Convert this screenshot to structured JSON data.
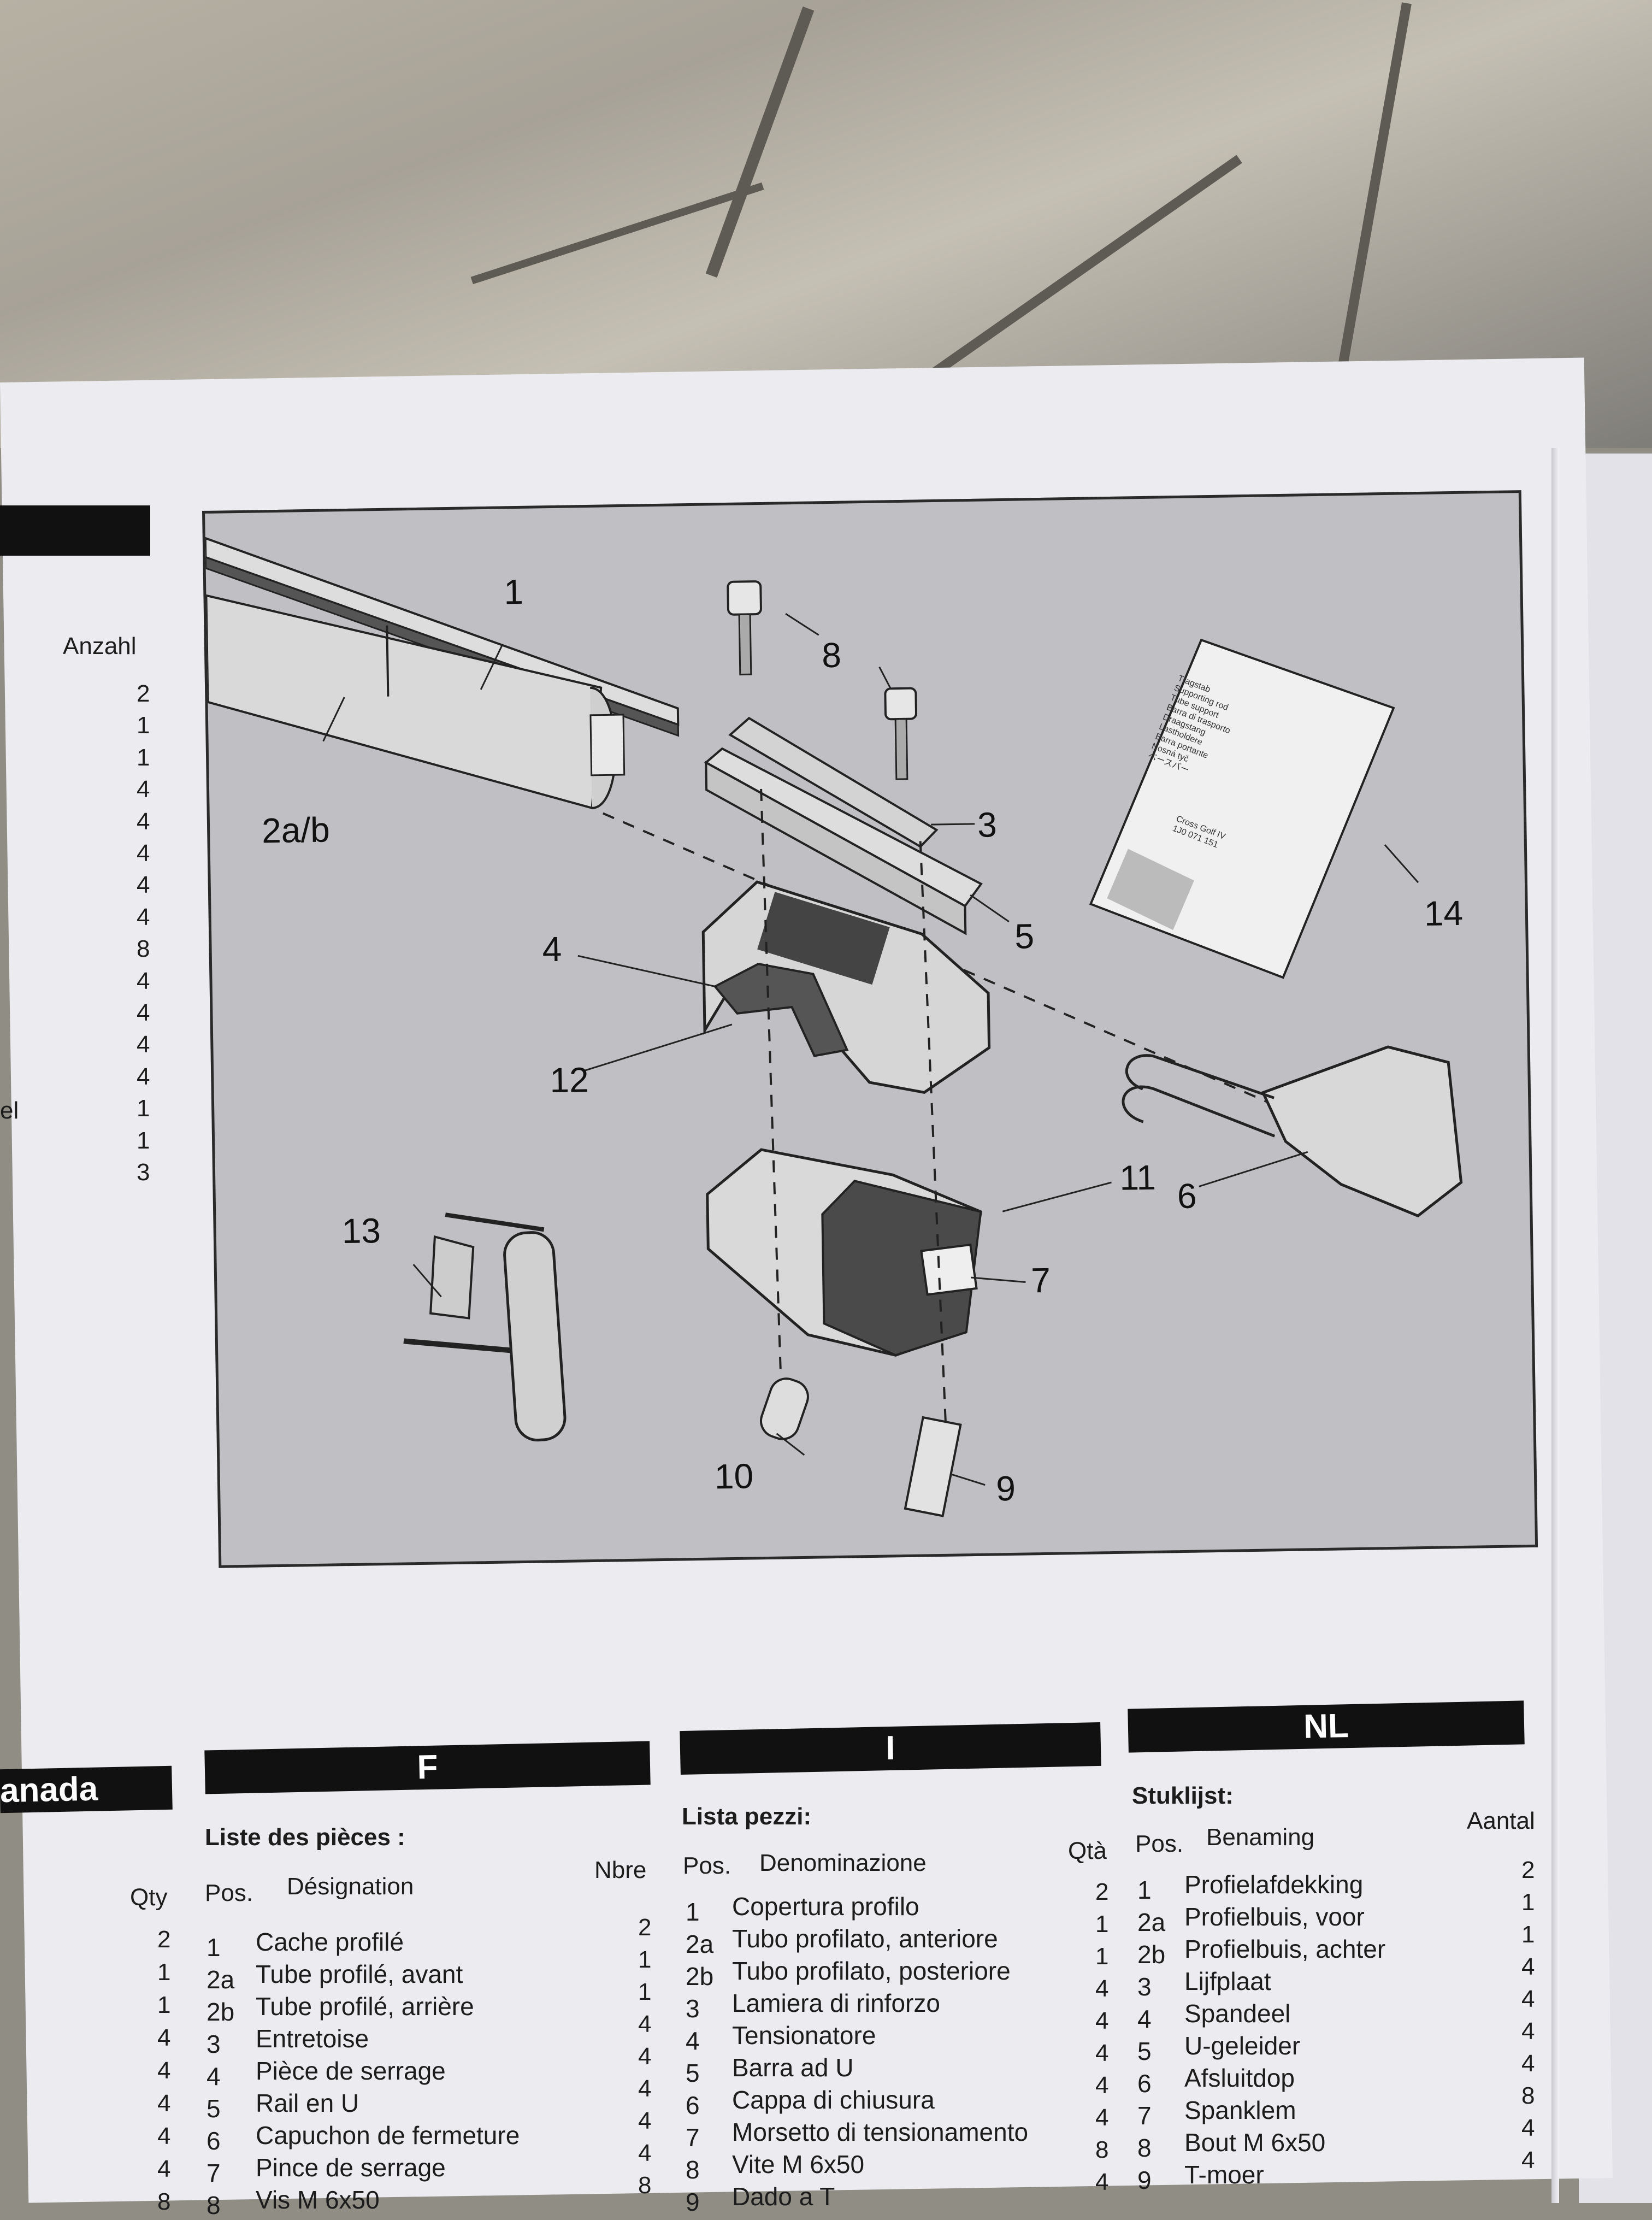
{
  "figure": {
    "callouts": [
      "1",
      "2a/b",
      "8",
      "3",
      "5",
      "4",
      "12",
      "14",
      "6",
      "11",
      "7",
      "13",
      "10",
      "9"
    ],
    "manual": {
      "lines": [
        "Tragstab",
        "Supporting rod",
        "Tube support",
        "Barra di trasporto",
        "Draagstang",
        "Lastholdere",
        "Barra portante",
        "Nosná tyč",
        "ベースバー"
      ],
      "model": "Cross Golf IV",
      "code": "1J0 071 151"
    }
  },
  "left_partial": {
    "qty_header": "Anzahl",
    "qty": [
      "2",
      "1",
      "1",
      "4",
      "4",
      "4",
      "4",
      "4",
      "8",
      "4",
      "4",
      "4",
      "4",
      "1",
      "1",
      "3"
    ],
    "fragment": "el"
  },
  "sections": {
    "canada": {
      "bar": "anada",
      "qty_header": "Qty",
      "qty": [
        "2",
        "1",
        "1",
        "4",
        "4",
        "4",
        "4",
        "4",
        "8"
      ]
    },
    "F": {
      "bar": "F",
      "title": "Liste des pièces :",
      "pos_header": "Pos.",
      "name_header": "Désignation",
      "qty_header": "Nbre",
      "rows": [
        {
          "pos": "1",
          "name": "Cache profilé",
          "qty": "2"
        },
        {
          "pos": "2a",
          "name": "Tube profilé, avant",
          "qty": "1"
        },
        {
          "pos": "2b",
          "name": "Tube profilé, arrière",
          "qty": "1"
        },
        {
          "pos": "3",
          "name": "Entretoise",
          "qty": "4"
        },
        {
          "pos": "4",
          "name": "Pièce de serrage",
          "qty": "4"
        },
        {
          "pos": "5",
          "name": "Rail en U",
          "qty": "4"
        },
        {
          "pos": "6",
          "name": "Capuchon de fermeture",
          "qty": "4"
        },
        {
          "pos": "7",
          "name": "Pince de serrage",
          "qty": "4"
        },
        {
          "pos": "8",
          "name": "Vis M 6x50",
          "qty": "8"
        }
      ]
    },
    "I": {
      "bar": "I",
      "title": "Lista pezzi:",
      "pos_header": "Pos.",
      "name_header": "Denominazione",
      "qty_header": "Qtà",
      "rows": [
        {
          "pos": "1",
          "name": "Copertura profilo",
          "qty": "2"
        },
        {
          "pos": "2a",
          "name": "Tubo profilato, anteriore",
          "qty": "1"
        },
        {
          "pos": "2b",
          "name": "Tubo profilato, posteriore",
          "qty": "1"
        },
        {
          "pos": "3",
          "name": "Lamiera di rinforzo",
          "qty": "4"
        },
        {
          "pos": "4",
          "name": "Tensionatore",
          "qty": "4"
        },
        {
          "pos": "5",
          "name": "Barra ad U",
          "qty": "4"
        },
        {
          "pos": "6",
          "name": "Cappa di chiusura",
          "qty": "4"
        },
        {
          "pos": "7",
          "name": "Morsetto di tensionamento",
          "qty": "4"
        },
        {
          "pos": "8",
          "name": "Vite M 6x50",
          "qty": "8"
        },
        {
          "pos": "9",
          "name": "Dado a T",
          "qty": "4"
        }
      ]
    },
    "NL": {
      "bar": "NL",
      "title": "Stuklijst:",
      "pos_header": "Pos.",
      "name_header": "Benaming",
      "qty_header": "Aantal",
      "rows": [
        {
          "pos": "1",
          "name": "Profielafdekking",
          "qty": "2"
        },
        {
          "pos": "2a",
          "name": "Profielbuis, voor",
          "qty": "1"
        },
        {
          "pos": "2b",
          "name": "Profielbuis, achter",
          "qty": "1"
        },
        {
          "pos": "3",
          "name": "Lijfplaat",
          "qty": "4"
        },
        {
          "pos": "4",
          "name": "Spandeel",
          "qty": "4"
        },
        {
          "pos": "5",
          "name": "U-geleider",
          "qty": "4"
        },
        {
          "pos": "6",
          "name": "Afsluitdop",
          "qty": "4"
        },
        {
          "pos": "7",
          "name": "Spanklem",
          "qty": "8"
        },
        {
          "pos": "8",
          "name": "Bout M 6x50",
          "qty": "4"
        },
        {
          "pos": "9",
          "name": "T-moer",
          "qty": "4"
        }
      ]
    }
  }
}
